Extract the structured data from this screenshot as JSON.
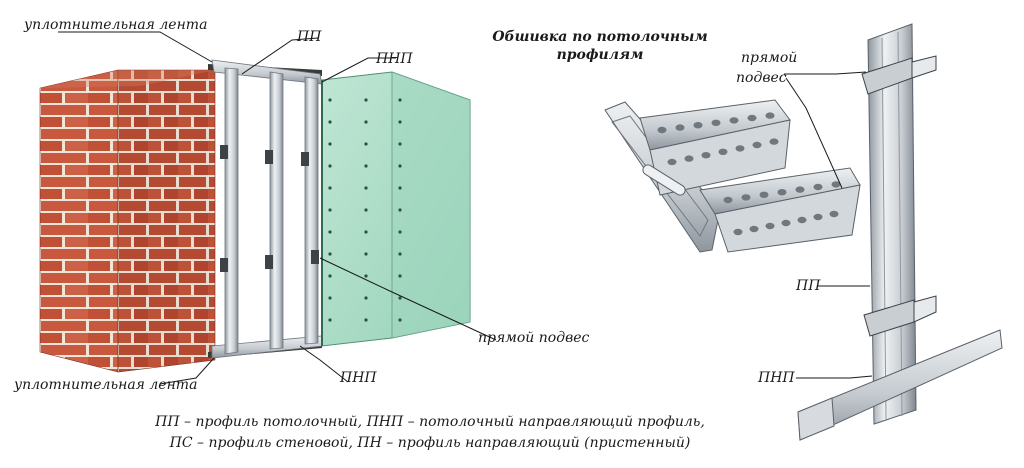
{
  "colors": {
    "brick": "#c8583e",
    "mortar": "#efe6da",
    "drywall": "#a9dcc6",
    "steel": "#c9ced3",
    "steel_dark": "#8e969e"
  },
  "labels": {
    "seal_tape_top": "уплотнительная лента",
    "pp_top": "ПП",
    "pnp_top": "ПНП",
    "direct_hanger_center": "прямой подвес",
    "seal_tape_bottom": "уплотнительная лента",
    "pnp_bottom": "ПНП",
    "title_line1": "Обшивка по потолочным",
    "title_line2": "профилям",
    "direct_hanger_right_line1": "прямой",
    "direct_hanger_right_line2": "подвес",
    "pp_right": "ПП",
    "pnp_right": "ПНП"
  },
  "legend": {
    "line1": "ПП – профиль потолочный, ПНП – потолочный направляющий профиль,",
    "line2": "ПС – профиль стеновой, ПН – профиль направляющий (пристенный)"
  }
}
